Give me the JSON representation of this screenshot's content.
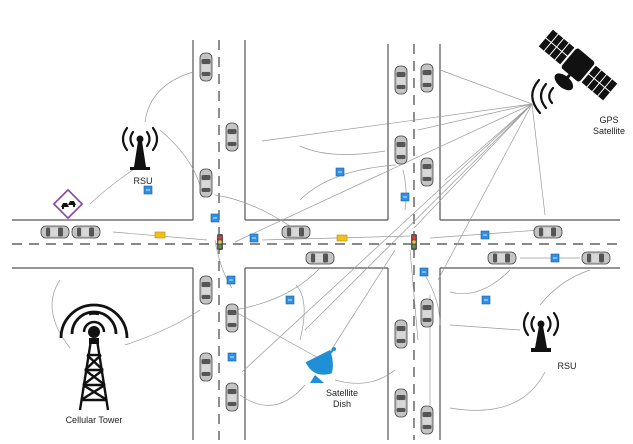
{
  "labels": {
    "rsu_left": "RSU",
    "rsu_right": "RSU",
    "gps": [
      "GPS",
      "Satellite"
    ],
    "satellite_dish": [
      "Satellite",
      "Dish"
    ],
    "cellular_tower": "Cellular Tower"
  },
  "icons": {
    "satellite": "gps-satellite-icon",
    "rsu": "rsu-antenna-icon",
    "tower": "cellular-tower-icon",
    "dish": "satellite-dish-icon",
    "warning": "accident-warning-sign-icon",
    "traffic_light": "traffic-light-icon",
    "car": "car-icon",
    "message": "message-envelope-icon"
  },
  "colors": {
    "road_edge": "#555555",
    "car_body": "#bdbdbd",
    "message_blue": "#2f8fe6",
    "message_yellow": "#f2c01e",
    "warning_border": "#8b3fa8",
    "dish_blue": "#1f8fd6",
    "link_line": "#9a9a9a"
  }
}
